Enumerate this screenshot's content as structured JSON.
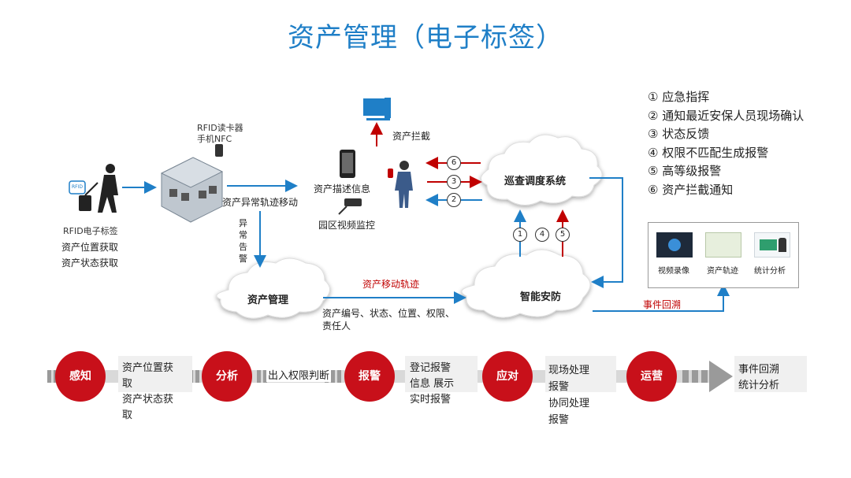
{
  "title": "资产管理（电子标签）",
  "legend": [
    "① 应急指挥",
    "② 通知最近安保人员现场确认",
    "③ 状态反馈",
    "④ 权限不匹配生成报警",
    "⑤ 高等级报警",
    "⑥ 资产拦截通知"
  ],
  "labels": {
    "rfid_reader": "RFID读卡器",
    "phone_nfc": "手机NFC",
    "rfid_tag": "RFID电子标签",
    "asset_location": "资产位置获取",
    "asset_status": "资产状态获取",
    "abnormal_move": "资产异常轨迹移动",
    "abnormal_alarm": "异常告警",
    "asset_desc": "资产描述信息",
    "park_video": "园区视频监控",
    "asset_intercept": "资产拦截",
    "patrol_system": "巡查调度系统",
    "asset_mgmt": "资产管理",
    "asset_move_track": "资产移动轨迹",
    "asset_fields": "资产编号、状态、位置、权限、责任人",
    "smart_security": "智能安防",
    "event_replay_red": "事件回溯",
    "video_recording": "视频录像",
    "asset_track": "资产轨迹",
    "statistics": "统计分析",
    "rfid_badge": "RFID"
  },
  "numbers": {
    "n1": "1",
    "n2": "2",
    "n3": "3",
    "n4": "4",
    "n5": "5",
    "n6": "6"
  },
  "pipeline": [
    {
      "stage": "感知",
      "desc": [
        "资产位置获",
        "取",
        "资产状态获",
        "取"
      ]
    },
    {
      "stage": "分析",
      "desc": [
        "出入权限判断"
      ]
    },
    {
      "stage": "报警",
      "desc": [
        "登记报警",
        "信息 展示",
        "实时报警"
      ]
    },
    {
      "stage": "应对",
      "desc": [
        "现场处理",
        "报警",
        "协同处理",
        "报警"
      ]
    },
    {
      "stage": "运营",
      "desc": [
        "事件回溯",
        "统计分析"
      ]
    }
  ],
  "colors": {
    "title_blue": "#1f7fc7",
    "arrow_blue": "#1f7fc7",
    "arrow_red": "#c00000",
    "stage_red": "#c8101a"
  }
}
